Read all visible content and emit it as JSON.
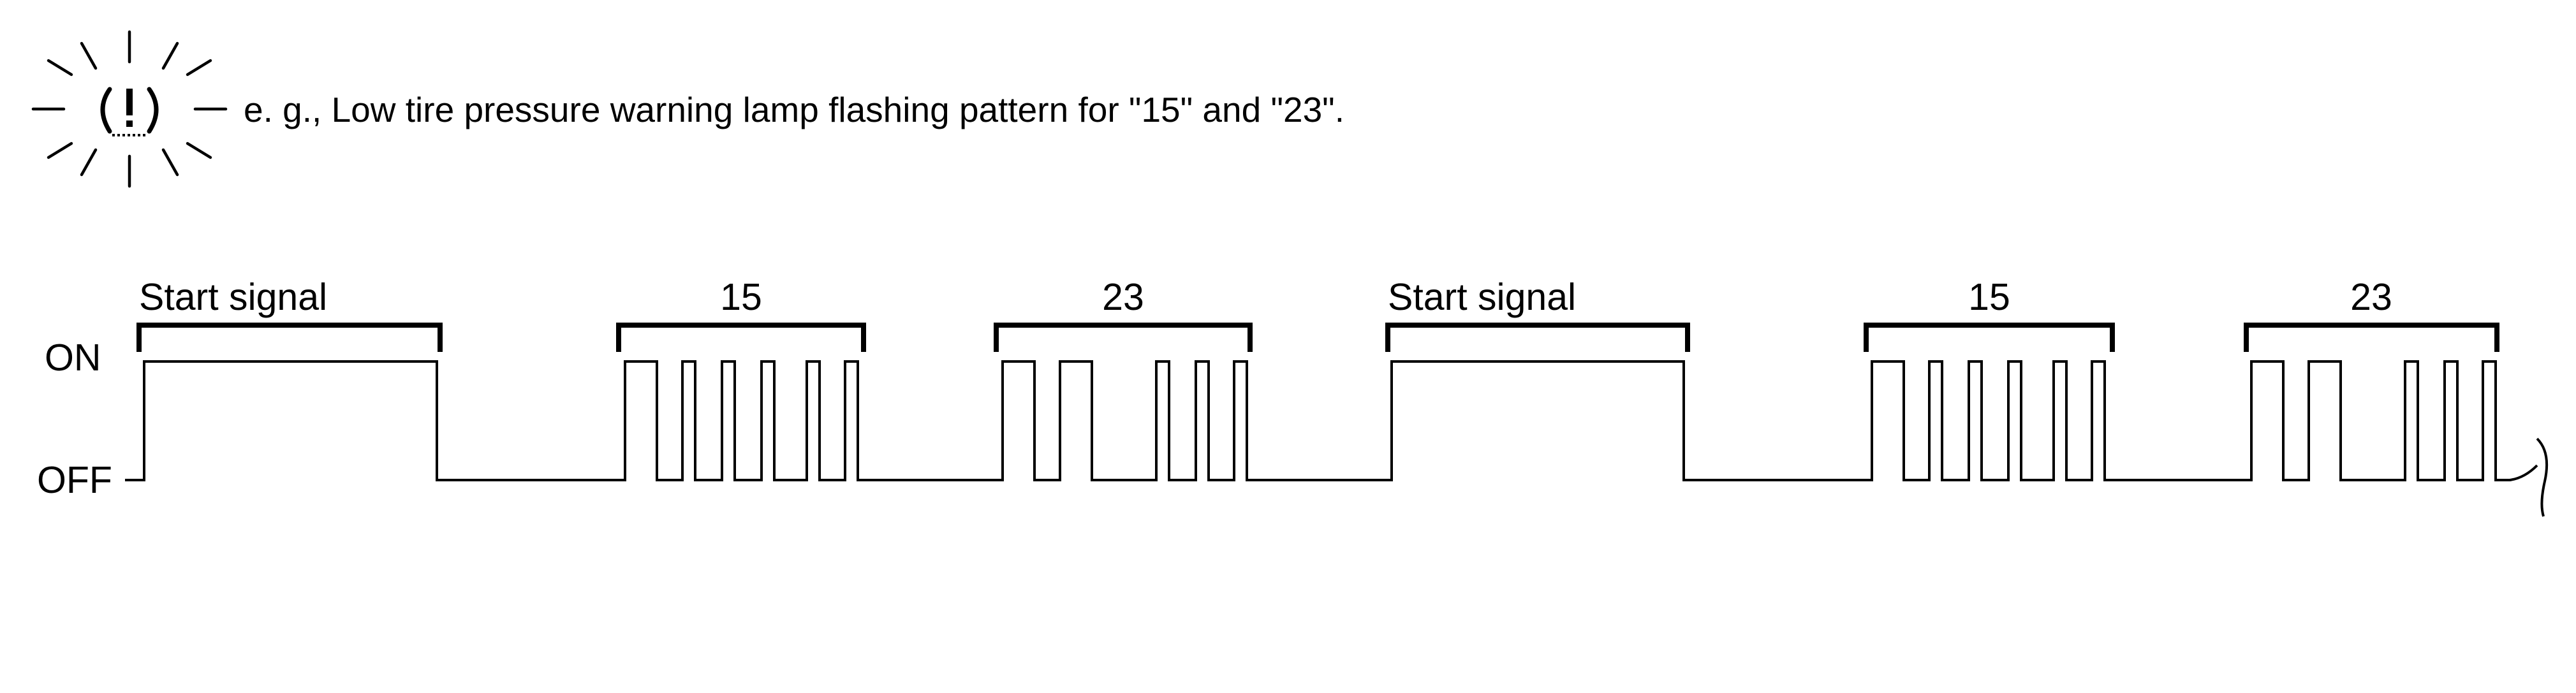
{
  "caption": "e. g.,  Low tire pressure warning lamp flashing pattern for \"15\" and \"23\".",
  "icon": "tire-pressure-warning-lamp-icon",
  "axis": {
    "on_label": "ON",
    "off_label": "OFF"
  },
  "segments": [
    {
      "label": "Start signal",
      "kind": "start"
    },
    {
      "label": "15",
      "kind": "code"
    },
    {
      "label": "23",
      "kind": "code"
    },
    {
      "label": "Start signal",
      "kind": "start"
    },
    {
      "label": "15",
      "kind": "code"
    },
    {
      "label": "23",
      "kind": "code"
    }
  ]
}
